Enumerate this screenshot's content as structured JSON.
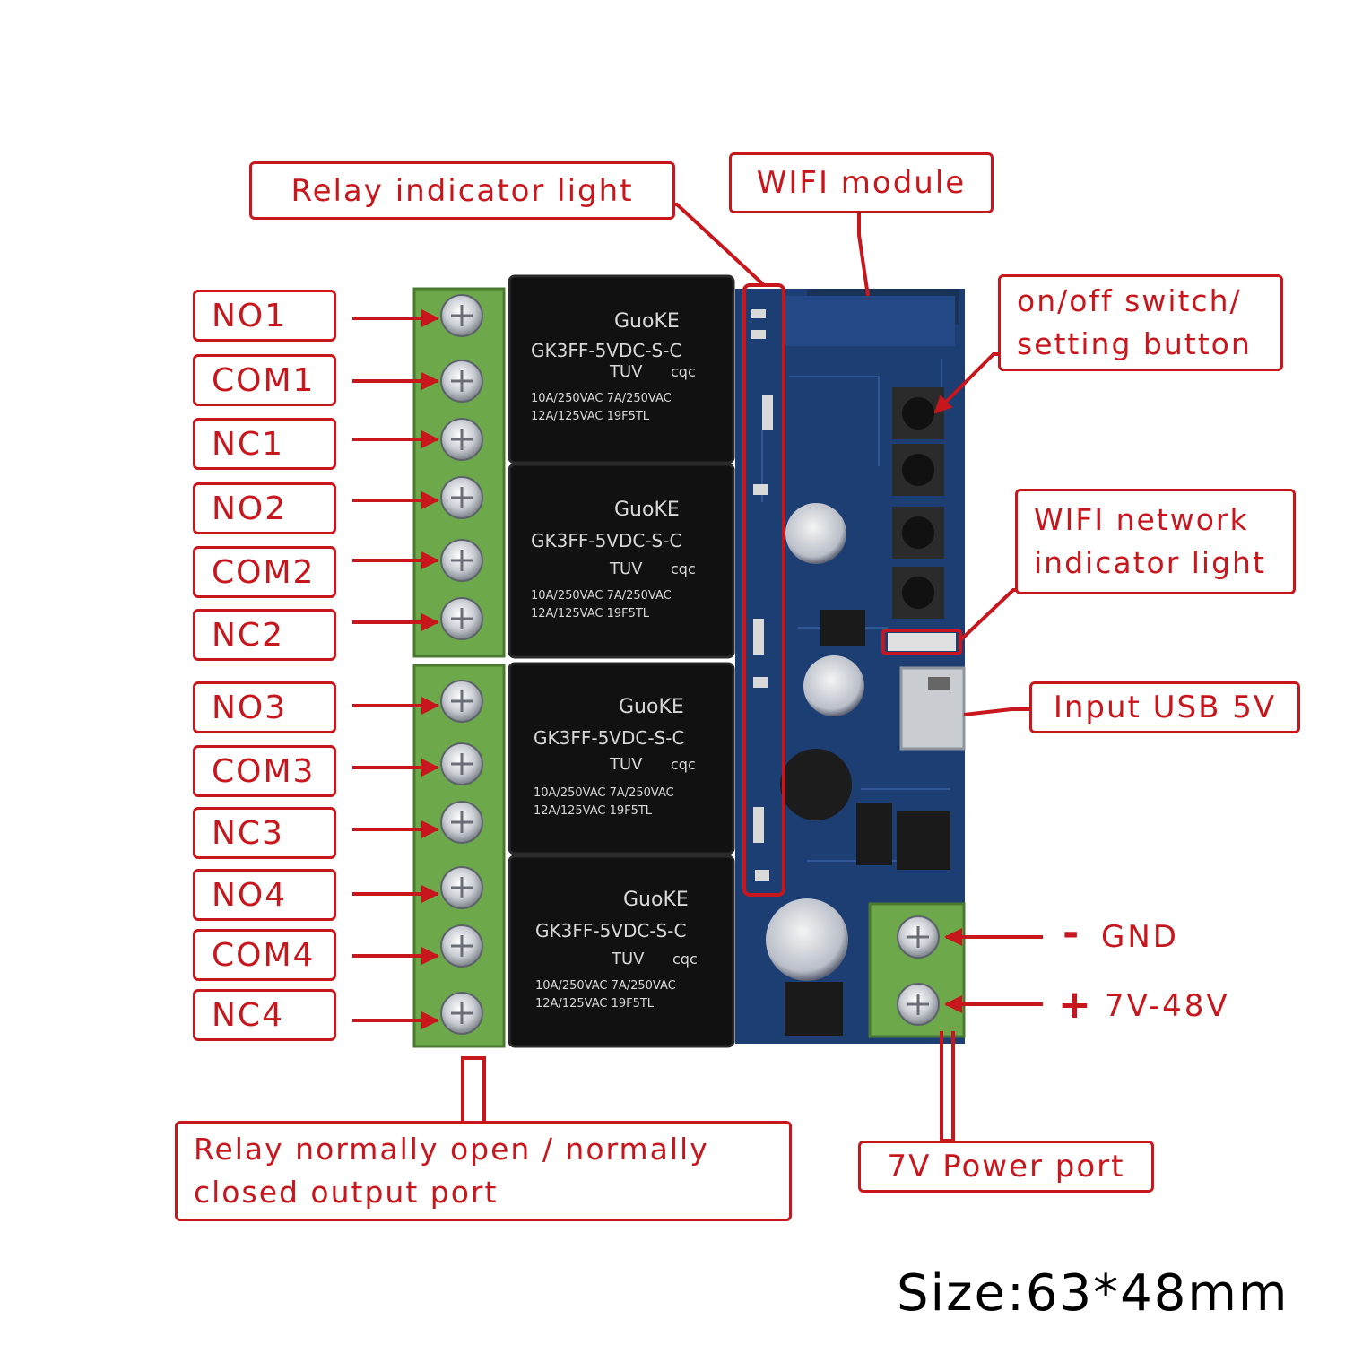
{
  "terminals": {
    "no1": "NO1",
    "com1": "COM1",
    "nc1": "NC1",
    "no2": "NO2",
    "com2": "COM2",
    "nc2": "NC2",
    "no3": "NO3",
    "com3": "COM3",
    "nc3": "NC3",
    "no4": "NO4",
    "com4": "COM4",
    "nc4": "NC4"
  },
  "callouts": {
    "relay_indicator": "Relay indicator light",
    "wifi_module": "WIFI module",
    "switch_line1": "on/off switch/",
    "switch_line2": "setting button",
    "wifi_net_line1": "WIFI network",
    "wifi_net_line2": "indicator light",
    "usb_input": "Input USB 5V",
    "gnd_sign": "-",
    "gnd": "GND",
    "vin_sign": "+",
    "vin": "7V-48V",
    "output_line1": "Relay normally open / normally",
    "output_line2": "closed output port",
    "power_port": "7V Power port"
  },
  "relay": {
    "brand": "GuoKE",
    "model": "GK3FF-5VDC-S-C",
    "cert": "TUV",
    "cert2": "cqc",
    "rating1": "10A/250VAC  7A/250VAC",
    "rating2": "12A/125VAC    19F5TL"
  },
  "size_label": "Size:63*48mm",
  "colors": {
    "annotation_red": "#c8161d",
    "pcb_blue": "#1d3e73",
    "terminal_green": "#6da84a",
    "relay_black": "#111111"
  }
}
